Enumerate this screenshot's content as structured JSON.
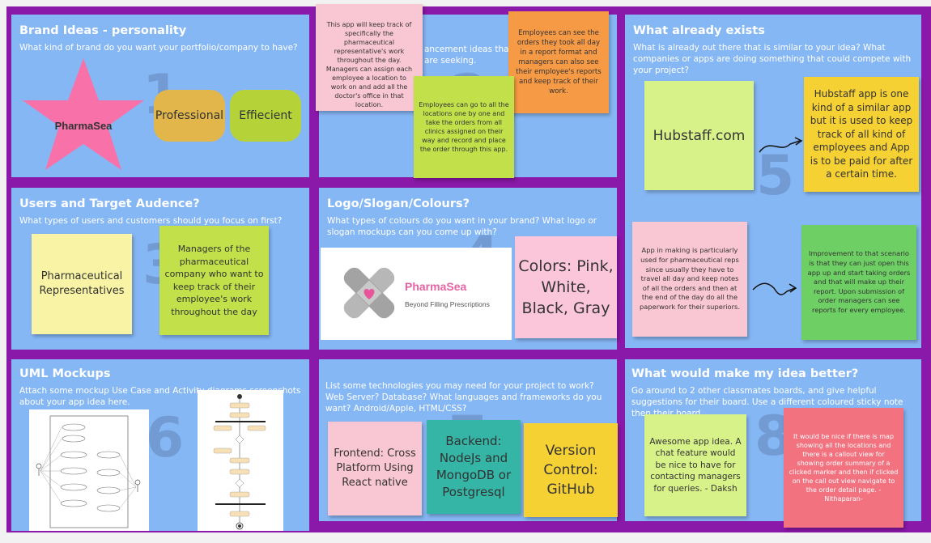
{
  "colors": {
    "board": "#8a18a8",
    "cell": "#86b7f5",
    "pink": "#f871a8"
  },
  "sections": {
    "brand": {
      "title": "Brand Ideas - personality",
      "question": "What kind of brand do you want your portfolio/company to have?",
      "number": "1",
      "star_label": "PharmaSea",
      "pill1": "Professional",
      "pill2": "Effiecient"
    },
    "features": {
      "question_visible": "ancement ideas that he",
      "question_visible2": "are seeking.",
      "number": "2",
      "note1": "This app will keep track of specifically the pharmaceutical representative's work throughout the day. Managers can assign each employee a location to work on and add all the doctor's office in that location.",
      "note2": "Employees can see the orders they took all day in a report format and managers can also see their employee's reports and keep track of their work.",
      "note3": "Employees can go to all the locations one by one and take the orders from all clinics assigned on their way and record and place the order through this app."
    },
    "exists": {
      "title": "What already exists",
      "question": "What is already out there that is similar to your idea? What companies or apps are doing something that could compete with your project?",
      "number": "5",
      "note1": "Hubstaff.com",
      "note2": "Hubstaff app is one kind of a similar app but it is used to keep track of all kind of employees and App is to be paid for after a certain time.",
      "note3": "App in making is particularly used for pharmaceutical reps since usually they have to travel all day and keep notes of all the orders and then at the end of the day do all the paperwork for their superiors.",
      "note4": "Improvement to that scenario is that they can just open this app up and start taking orders and that will make up their report. Upon submission of order managers can see reports for every employee."
    },
    "users": {
      "title": "Users and Target Audence?",
      "question": "What types of users and customers should you focus on first?",
      "number": "3",
      "note1": "Pharmaceutical Representatives",
      "note2": "Managers of the pharmaceutical company who want to keep track of their employee's work throughout the day"
    },
    "logo": {
      "title": "Logo/Slogan/Colours?",
      "question": "What types of colours do you want in your brand? What logo or slogan mockups can you come up with?",
      "number": "4",
      "brand_name": "PharmaSea",
      "slogan": "Beyond Filling Prescriptions",
      "colors_note": "Colors: Pink, White, Black, Gray"
    },
    "uml": {
      "title": "UML Mockups",
      "question": "Attach some mockup Use Case and Activity diagrams screenshots about your app idea here.",
      "number": "6"
    },
    "tech": {
      "question": "List some technologies you may need for your project to work? Web Server? Database? What languages and frameworks do you want? Android/Apple, HTML/CSS?",
      "number": "7",
      "note1": "Frontend: Cross Platform Using React native",
      "note2": "Backend: NodeJs and MongoDB or Postgresql",
      "note3": "Version Control: GitHub"
    },
    "better": {
      "title": "What would make my idea better?",
      "question": "Go around to 2 other classmates boards, and give helpful suggestions for their board. Use a different coloured sticky note then their board.",
      "number": "8",
      "note1": "Awesome app idea. A chat feature would be nice to have for contacting managers for queries. - Daksh",
      "note2": "It would be nice if there is map showing all the locations and there is a callout view for showing order summary of a clicked marker and then if clicked on the call out view navigate to the order detail page. -Nithaparan-"
    }
  }
}
